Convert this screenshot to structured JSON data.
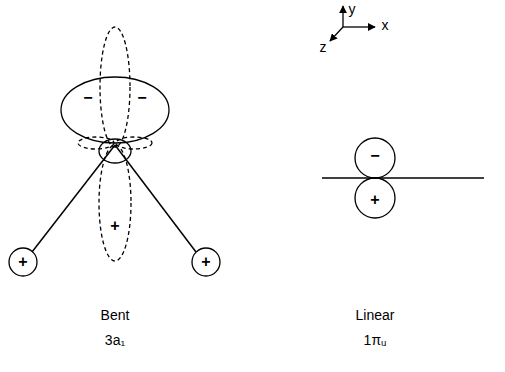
{
  "diagram": {
    "labels": [
      "y",
      "x",
      "z",
      "−",
      "−",
      "+",
      "+",
      "+",
      "Bent",
      "3a₁",
      "−",
      "+",
      "Linear",
      "1πᵤ"
    ]
  }
}
